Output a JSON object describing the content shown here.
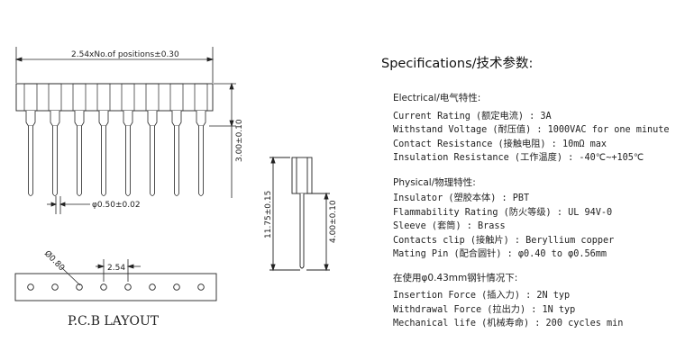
{
  "drawing": {
    "pin_count": 8,
    "dim_width": "2.54xNo.of positions±0.30",
    "dim_height": "3.00±0.10",
    "dim_pin_dia": "φ0.50±0.02",
    "dim_total_length": "11.75±0.15",
    "dim_pin_length": "4.00±0.10",
    "pcb_hole_dia": "Ø0.80",
    "pcb_pitch": "2.54",
    "pcb_label": "P.C.B LAYOUT"
  },
  "specs": {
    "title": "Specifications/技术参数:",
    "electrical": {
      "heading": "Electrical/电气特性:",
      "lines": [
        "Current Rating (额定电流) : 3A",
        "Withstand Voltage (耐压值) : 1000VAC for one minute",
        "Contact Resistance (接触电阻) : 10mΩ max",
        "Insulation Resistance (工作温度) : -40℃~+105℃"
      ]
    },
    "physical": {
      "heading": "Physical/物理特性:",
      "lines": [
        "Insulator (塑胶本体) : PBT",
        "Flammability Rating (防火等级) : UL 94V-0",
        "Sleeve (套筒) : Brass",
        "Contacts clip (接触片) : Beryllium copper",
        "Mating Pin (配合圆针) : φ0.40 to φ0.56mm"
      ]
    },
    "usage": {
      "heading": "在使用φ0.43mm钢针情况下:",
      "lines": [
        "Insertion Force (插入力) : 2N typ",
        "Withdrawal Force (拉出力) : 1N typ",
        "Mechanical life (机械寿命) : 200 cycles min"
      ]
    }
  }
}
